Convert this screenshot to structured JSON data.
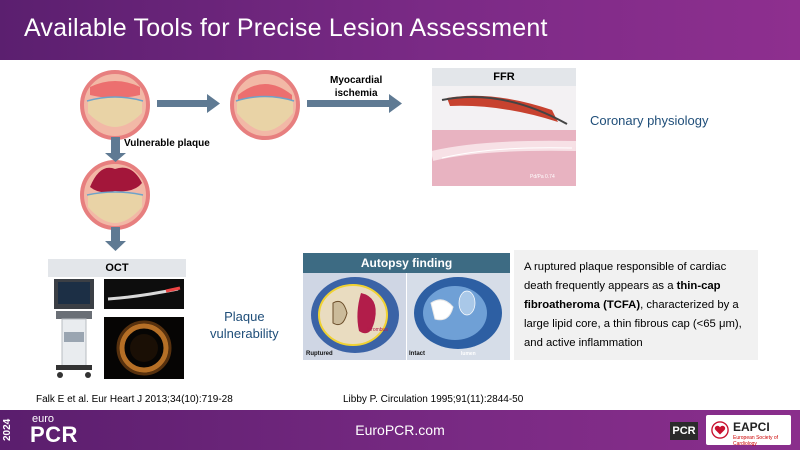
{
  "header": {
    "title": "Available Tools for Precise Lesion Assessment"
  },
  "diagram": {
    "label_vulnerable": "Vulnerable plaque",
    "label_myocardial": "Myocardial",
    "label_ischemia": "ischemia"
  },
  "ffr": {
    "heading": "FFR",
    "image_caption": "Pd/Pa  0.74"
  },
  "coronary_physiology": "Coronary physiology",
  "oct": {
    "heading": "OCT"
  },
  "plaque_vulnerability": {
    "line1": "Plaque",
    "line2": "vulnerability"
  },
  "autopsy": {
    "heading": "Autopsy finding",
    "label_ruptured": "Ruptured",
    "label_intact": "Intact",
    "label_lumen": "lumen",
    "label_thrombus": "thrombus"
  },
  "description": {
    "part1": "A ruptured plaque responsible of cardiac death frequently appears as a ",
    "bold": "thin-cap fibroatheroma (TCFA)",
    "part2": ", characterized by a large lipid core, a thin fibrous cap (<65 μm), and active inflammation"
  },
  "citations": {
    "left": "Falk E et al. Eur Heart J 2013;34(10):719-28",
    "right": "Libby P. Circulation 1995;91(11):2844-50"
  },
  "footer": {
    "year": "2024",
    "euro": "euro",
    "pcr": "PCR",
    "site": "EuroPCR.com",
    "pcr_small": "PCR",
    "eapci": "EAPCI",
    "eapci_sub": "European Society of Cardiology"
  },
  "colors": {
    "header_bg": "#6a2479",
    "arrow": "#5f7a93",
    "vessel_outer": "#e77f7f",
    "vessel_fill": "#f2b8a6",
    "lipid": "#e9d3a6",
    "lumen_line": "#6fa3c9"
  }
}
